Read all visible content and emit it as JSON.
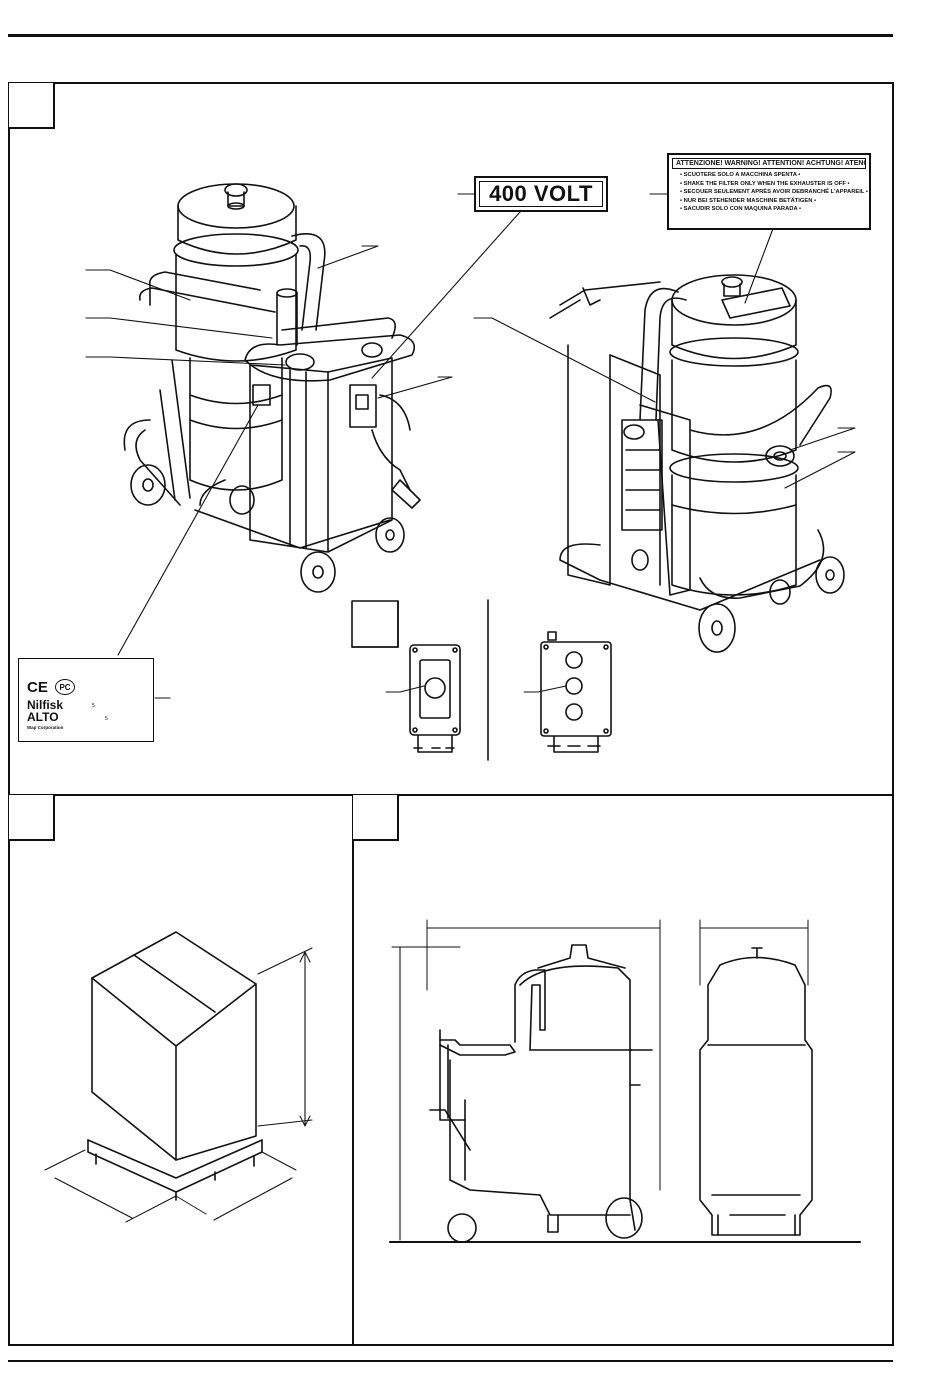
{
  "labels": {
    "voltage": "400 VOLT",
    "warning_title": "ATTENZIONE! WARNING! ATTENTION! ACHTUNG! ATENCION!",
    "warning_lines": [
      "• SCUOTERE SOLO A MACCHINA SPENTA •",
      "• SHAKE THE FILTER ONLY WHEN THE EXHAUSTER IS OFF •",
      "• SECOUER SEULEMENT APRÈS AVOIR DEBRANCHÉ L'APPAREIL •",
      "• NUR BEI STEHENDER MASCHINE BETÄTIGEN •",
      "• SACUDIR SOLO CON MAQUINA PARADA •"
    ]
  },
  "rating_plate": {
    "ce_mark": "CE",
    "pc_mark": "PC",
    "brand_line1": "Nilfisk",
    "brand_line2": "ALTO",
    "tagline": "Wap Corporation",
    "small_1": "5",
    "small_2": "5"
  },
  "colors": {
    "ink": "#111111",
    "paper": "#ffffff"
  }
}
